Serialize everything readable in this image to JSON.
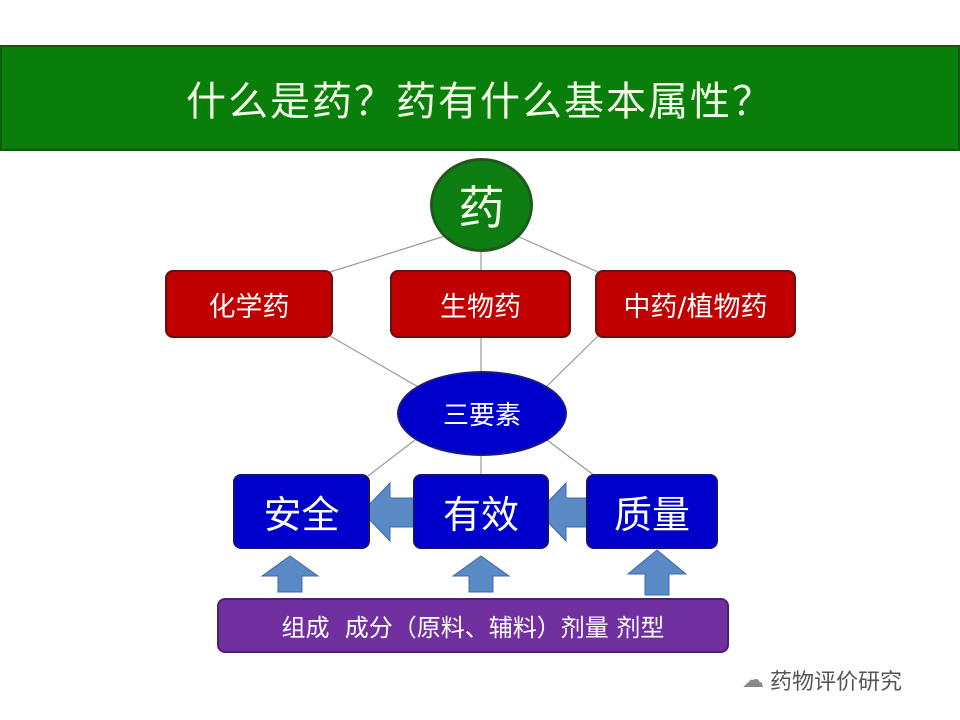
{
  "title": "什么是药？药有什么基本属性？",
  "root": "药",
  "categories": [
    "化学药",
    "生物药",
    "中药/植物药"
  ],
  "core": "三要素",
  "elements": [
    "安全",
    "有效",
    "质量"
  ],
  "basis": "组成  成分（原料、辅料）剂量 剂型",
  "watermark": "药物评价研究",
  "colors": {
    "banner": "#0a7e0a",
    "category": "#c00000",
    "element": "#0000cc",
    "basis": "#7030a0",
    "arrow": "#5a8ac6"
  }
}
